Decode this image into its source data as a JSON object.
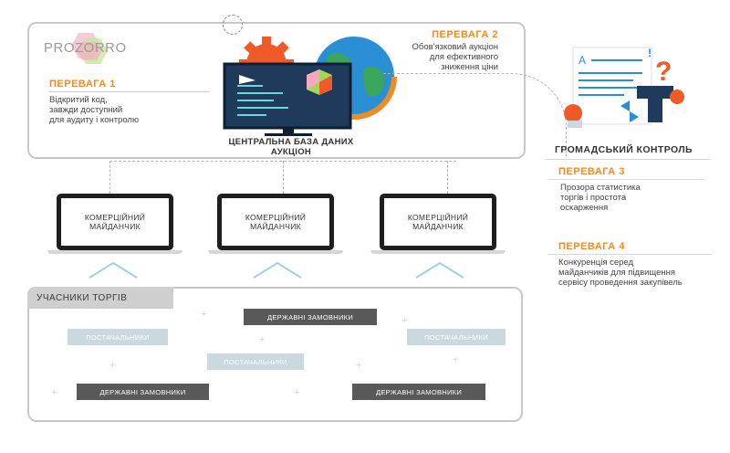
{
  "logo": {
    "text": "PROZORRO"
  },
  "advantages": [
    {
      "title": "ПЕРЕВАГА 1",
      "lines": [
        "Відкритий код,",
        "завжди доступний",
        "для аудиту і контролю"
      ]
    },
    {
      "title": "ПЕРЕВАГА 2",
      "lines": [
        "Обов'язковий аукціон",
        "для ефективного",
        "зниження ціни"
      ]
    },
    {
      "title": "ПЕРЕВАГА 3",
      "lines": [
        "Прозора статистика",
        "торгів і простота",
        "оскарження"
      ]
    },
    {
      "title": "ПЕРЕВАГА 4",
      "lines": [
        "Конкуренція серед",
        "майданчиків для підвищення",
        "сервісу проведення закупівель"
      ]
    }
  ],
  "central_db": {
    "line1": "ЦЕНТРАЛЬНА БАЗА ДАНИХ",
    "line2": "АУКЦІОН"
  },
  "public_control": {
    "label": "ГРОМАДСЬКИЙ КОНТРОЛЬ"
  },
  "marketplaces": [
    {
      "line1": "КОМЕРЦІЙНИЙ",
      "line2": "МАЙДАНЧИК"
    },
    {
      "line1": "КОМЕРЦІЙНИЙ",
      "line2": "МАЙДАНЧИК"
    },
    {
      "line1": "КОМЕРЦІЙНИЙ",
      "line2": "МАЙДАНЧИК"
    }
  ],
  "participants": {
    "title": "УЧАСНИКИ ТОРГІВ",
    "tags": [
      {
        "label": "ДЕРЖАВНІ ЗАМОВНИКИ",
        "style": "dark"
      },
      {
        "label": "ПОСТАЧАЛЬНИКИ",
        "style": "light"
      },
      {
        "label": "ПОСТАЧАЛЬНИКИ",
        "style": "light"
      },
      {
        "label": "ПОСТАЧАЛЬНИКИ",
        "style": "light"
      },
      {
        "label": "ДЕРЖАВНІ ЗАМОВНИКИ",
        "style": "dark"
      },
      {
        "label": "ДЕРЖАВНІ ЗАМОВНИКИ",
        "style": "dark"
      }
    ]
  },
  "colors": {
    "accent": "#f08a24",
    "border": "#c8c8c8",
    "tag_light": "#c9d9dd",
    "tag_dark": "#595959",
    "globe_blue": "#2b8fd6",
    "gear_orange": "#f05a28"
  }
}
